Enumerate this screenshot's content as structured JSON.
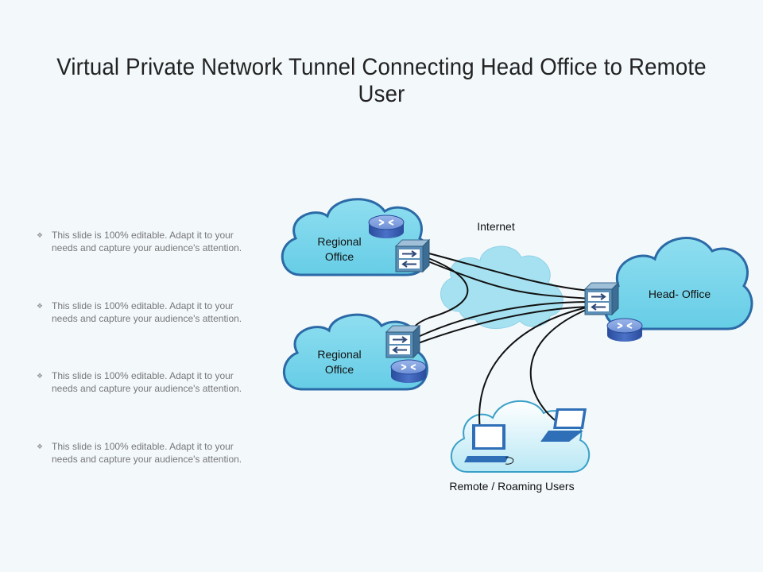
{
  "title": "Virtual Private Network Tunnel Connecting Head Office to Remote User",
  "bullets": [
    {
      "line1": "This slide is 100% editable. Adapt it to your",
      "line2": "needs and capture your audience's attention."
    },
    {
      "line1": "This slide is 100% editable. Adapt it to your",
      "line2": "needs and capture your audience's attention."
    },
    {
      "line1": "This slide is 100% editable. Adapt it to your",
      "line2": "needs and capture your audience's attention."
    },
    {
      "line1": "This slide is 100% editable. Adapt it to your",
      "line2": "needs and capture your audience's attention."
    }
  ],
  "bullet_icon": "diamond-bullet-icon",
  "diagram": {
    "regional_office_1": {
      "line1": "Regional",
      "line2": "Office"
    },
    "regional_office_2": {
      "line1": "Regional",
      "line2": "Office"
    },
    "internet": "Internet",
    "head_office": "Head- Office",
    "remote_users": "Remote / Roaming Users"
  },
  "colors": {
    "cloud_fill": "#7fd6ea",
    "cloud_edge": "#2b6aa6",
    "internet_cloud": "#9fdff0",
    "device_blue": "#2f6fb8",
    "link": "#111111"
  }
}
